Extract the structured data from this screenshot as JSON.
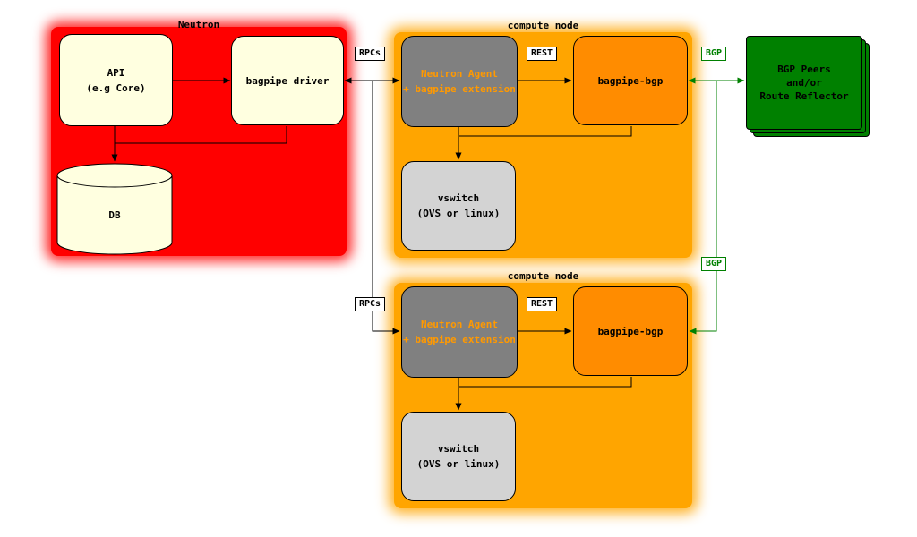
{
  "colors": {
    "neutron_bg": "#ff0000",
    "compute_bg": "#ffa500",
    "box_cream": "#ffffe0",
    "agent_gray": "#808080",
    "agent_text_orange": "#ff9900",
    "bagpipe_orange": "#ff8c00",
    "vswitch_gray": "#d3d3d3",
    "peers_green": "#008000",
    "wire_black": "#000000",
    "wire_green": "#008000"
  },
  "neutron": {
    "title": "Neutron",
    "api": {
      "line1": "API",
      "line2": "(e.g Core)"
    },
    "driver": {
      "label": "bagpipe driver"
    },
    "db": {
      "label": "DB"
    }
  },
  "compute_node_1": {
    "title": "compute node",
    "agent": {
      "line1": "Neutron Agent",
      "line2": "+ bagpipe extension"
    },
    "bagpipe_bgp": {
      "label": "bagpipe-bgp"
    },
    "vswitch": {
      "line1": "vswitch",
      "line2": "(OVS or linux)"
    }
  },
  "compute_node_2": {
    "title": "compute node",
    "agent": {
      "line1": "Neutron Agent",
      "line2": "+ bagpipe extension"
    },
    "bagpipe_bgp": {
      "label": "bagpipe-bgp"
    },
    "vswitch": {
      "line1": "vswitch",
      "line2": "(OVS or linux)"
    }
  },
  "bgp_peers": {
    "line1": "BGP Peers",
    "line2": "and/or",
    "line3": "Route Reflector"
  },
  "edge_labels": {
    "rpcs_1": "RPCs",
    "rpcs_2": "RPCs",
    "rest_1": "REST",
    "rest_2": "REST",
    "bgp_1": "BGP",
    "bgp_2": "BGP"
  }
}
